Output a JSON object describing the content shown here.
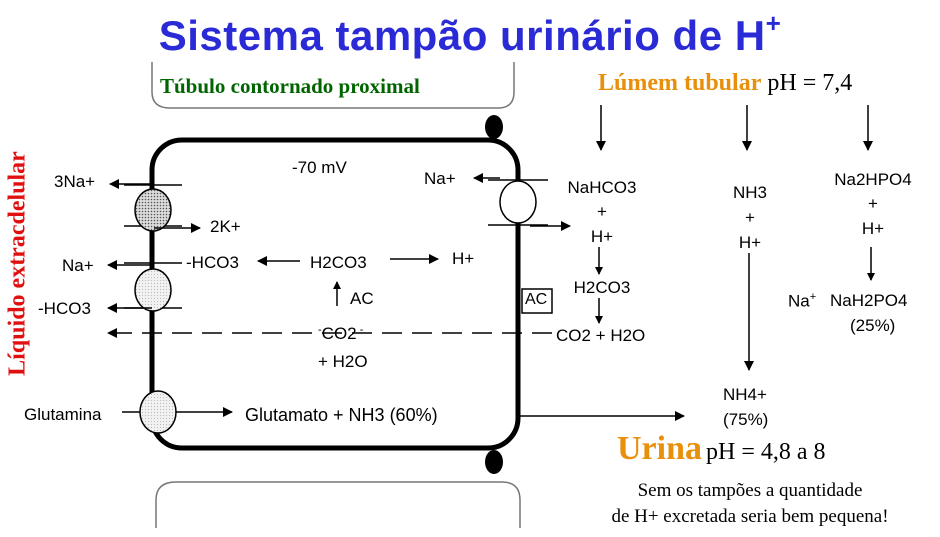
{
  "title": {
    "text": "Sistema tampão urinário de H",
    "sup": "+"
  },
  "side_label": "Líquido extracdelular",
  "cell_label": "Túbulo contornado proximal",
  "lumen": {
    "label": "Lúmem tubular",
    "ph": "pH = 7,4"
  },
  "cell": {
    "membrane_potential": "-70 mV",
    "left": {
      "na3": "3Na+",
      "k2": "2K+",
      "na": "Na+",
      "hco3": "-HCO3",
      "glutamina": "Glutamina"
    },
    "inner": {
      "hco3": "-HCO3",
      "h2co3": "H2CO3",
      "h": "H+",
      "ac": "AC",
      "co2": "CO2",
      "h2o": "+ H2O",
      "glutamato": "Glutamato + NH3 (60%)"
    },
    "right": {
      "na": "Na+",
      "ac_box": "AC"
    }
  },
  "lumen_columns": {
    "col1": {
      "l1": "NaHCO3",
      "l2": "+",
      "l3": "H+",
      "l4": "H2CO3",
      "l5": "CO2 + H2O"
    },
    "col2": {
      "l1": "NH3",
      "l2": "+",
      "l3": "H+",
      "l4": "NH4+",
      "l5": "(75%)"
    },
    "col3": {
      "l1": "Na2HPO4",
      "l2": "+",
      "l3": "H+",
      "na": "Na",
      "na_sup": "+",
      "l4": "NaH2PO4",
      "l5": "(25%)"
    }
  },
  "urine": {
    "label": "Urina",
    "ph": "pH = 4,8 a 8",
    "note1": "Sem os tampões a quantidade",
    "note2": "de H+ excretada seria bem pequena!"
  },
  "colors": {
    "title": "#2a2ad6",
    "side": "#e01010",
    "cell_label": "#006400",
    "lumen_label": "#e8900c",
    "urine": "#e8900c"
  }
}
